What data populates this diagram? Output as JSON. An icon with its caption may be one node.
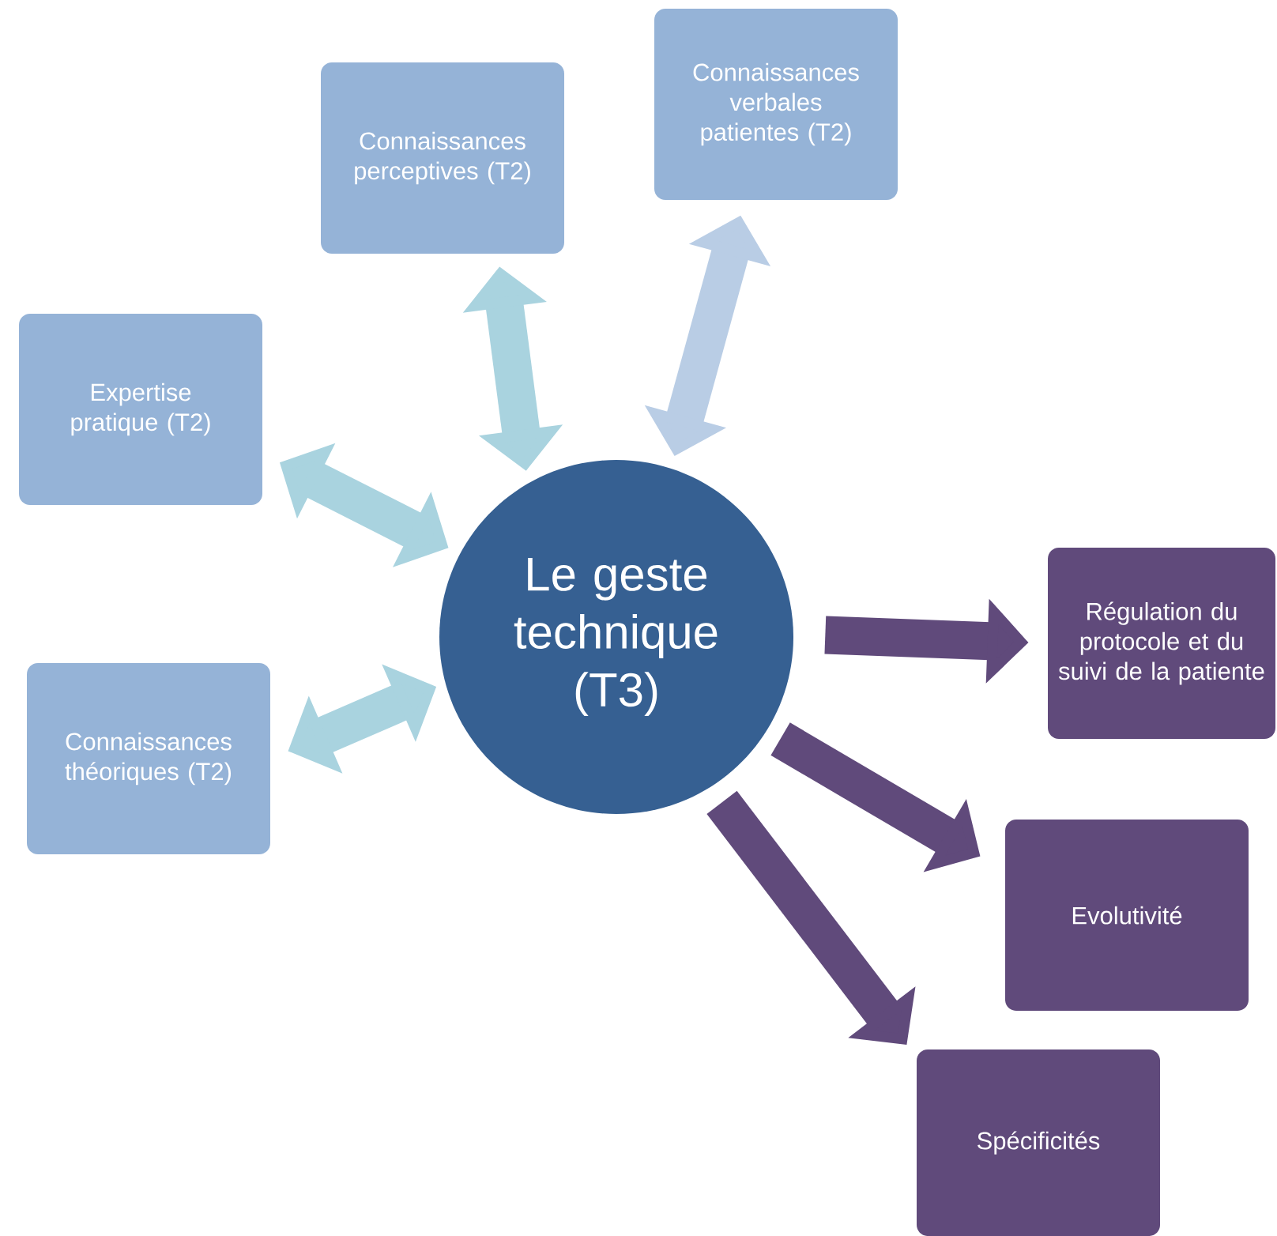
{
  "diagram": {
    "nodes": [
      {
        "text": [
          "Le geste technique (T3)"
        ]
      },
      {
        "text": [
          "Connaissances perceptives (T2)"
        ]
      },
      {
        "text": [
          "Connaissances verbales patientes (T2)"
        ]
      },
      {
        "text": [
          "Expertise pratique (T2)"
        ]
      },
      {
        "text": [
          "Connaissances théoriques (T2)"
        ]
      },
      {
        "text": [
          "Régulation du protocole et du suivi de la patiente"
        ]
      },
      {
        "text": [
          "Evolutivité"
        ]
      },
      {
        "text": [
          "Spécificités"
        ]
      }
    ],
    "edges": [
      {
        "from": 0,
        "to": 1,
        "arrow": "both",
        "color": "#a9d3df"
      },
      {
        "from": 0,
        "to": 2,
        "arrow": "both",
        "color": "#b9cde5"
      },
      {
        "from": 0,
        "to": 3,
        "arrow": "both",
        "color": "#a9d3df"
      },
      {
        "from": 0,
        "to": 4,
        "arrow": "both",
        "color": "#a9d3df"
      },
      {
        "from": 0,
        "to": 5,
        "arrow": "to",
        "color": "#604a7b"
      },
      {
        "from": 0,
        "to": 6,
        "arrow": "to",
        "color": "#604a7b"
      },
      {
        "from": 0,
        "to": 7,
        "arrow": "to",
        "color": "#604a7b"
      }
    ]
  }
}
